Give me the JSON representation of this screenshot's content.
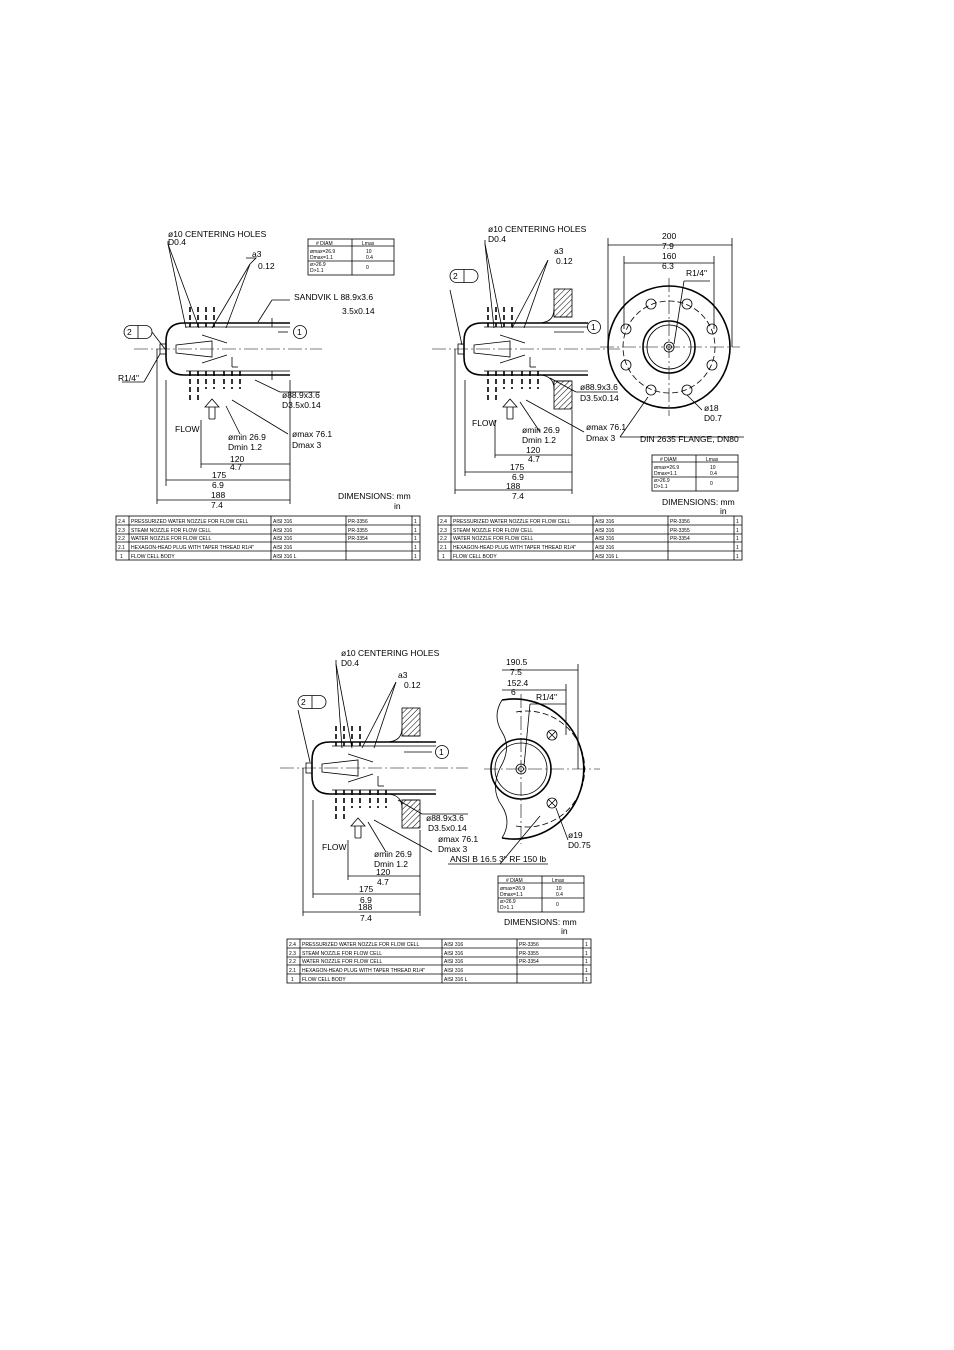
{
  "common": {
    "centering_holes_dia": "ø10  CENTERING  HOLES",
    "centering_holes_in": "D0.4",
    "surface_finish_mm": "a3",
    "surface_finish_in": "0.12",
    "tube_dim_mm": "ø88.9x3.6",
    "tube_dim_in": "D3.5x0.14",
    "min_dia_mm": "ømin  26.9",
    "min_dia_in": "Dmin  1.2",
    "max_dia_mm": "ømax  76.1",
    "max_dia_in": "Dmax  3",
    "flow_label": "FLOW",
    "thread_label": "R1/4\"",
    "balloon_1": "1",
    "balloon_2": "2",
    "dim_120_mm": "120",
    "dim_120_in": "4.7",
    "dim_175_mm": "175",
    "dim_175_in": "6.9",
    "dim_188_mm": "188",
    "dim_188_in": "7.4",
    "dimensions_label": "DIMENSIONS:  mm",
    "dimensions_unit_in": "in",
    "sandvik_label": "SANDVIK  L  88.9x3.6",
    "sandvik_in": "3.5x0.14"
  },
  "weld_table": {
    "headers": [
      "# DIAM",
      "Lmax"
    ],
    "rows": [
      {
        "cond": [
          "ømax=26.9",
          "Dmax=1.1"
        ],
        "val": [
          "10",
          "0.4"
        ]
      },
      {
        "cond": [
          "ø>26.9",
          "D>1.1"
        ],
        "val": [
          "0"
        ]
      }
    ]
  },
  "din_flange": {
    "od_mm": "200",
    "od_in": "7.9",
    "pcd_mm": "160",
    "pcd_in": "6.3",
    "bolt_mm": "ø18",
    "bolt_in": "D0.7",
    "standard": "DIN  2635  FLANGE,  DN80"
  },
  "ansi_flange": {
    "od_mm": "190.5",
    "od_in": "7.5",
    "pcd_mm": "152.4",
    "pcd_in": "6",
    "bolt_mm": "ø19",
    "bolt_in": "D0.75",
    "standard": "ANSI  B  16.5  3\"  RF  150  lb"
  },
  "parts_list": [
    {
      "item": "2.4",
      "desc": "PRESSURIZED WATER NOZZLE FOR FLOW CELL",
      "material": "AISI 316",
      "ref": "PR-3356",
      "qty": "1"
    },
    {
      "item": "2.3",
      "desc": "STEAM NOZZLE FOR FLOW CELL",
      "material": "AISI 316",
      "ref": "PR-3355",
      "qty": "1"
    },
    {
      "item": "2.2",
      "desc": "WATER NOZZLE FOR FLOW CELL",
      "material": "AISI 316",
      "ref": "PR-3354",
      "qty": "1"
    },
    {
      "item": "2.1",
      "desc": "HEXAGON-HEAD PLUG WITH TAPER THREAD R1/4\"",
      "material": "AISI 316",
      "ref": "",
      "qty": "1"
    },
    {
      "item": "1",
      "desc": "FLOW CELL BODY",
      "material": "AISI 316 L",
      "ref": "",
      "qty": "1"
    }
  ]
}
